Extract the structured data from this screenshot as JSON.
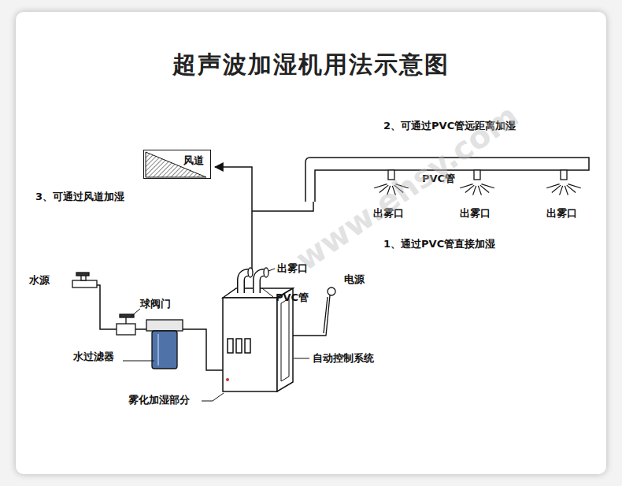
{
  "diagram": {
    "title": "超声波加湿机用法示意图",
    "nodes": [
      {
        "text": [
          "风道"
        ]
      }
    ],
    "labels": [
      "2、可通过PVC管远距离加湿",
      "3、可通过风道加湿",
      "PVC管",
      "出雾口",
      "出雾口",
      "出雾口",
      "1、通过PVC管直接加湿",
      "www.ehsy.com",
      "出雾口",
      "水源",
      "电源",
      "PVC管",
      "球阀门",
      "水过滤器",
      "自动控制系统",
      "雾化加湿部分"
    ]
  }
}
